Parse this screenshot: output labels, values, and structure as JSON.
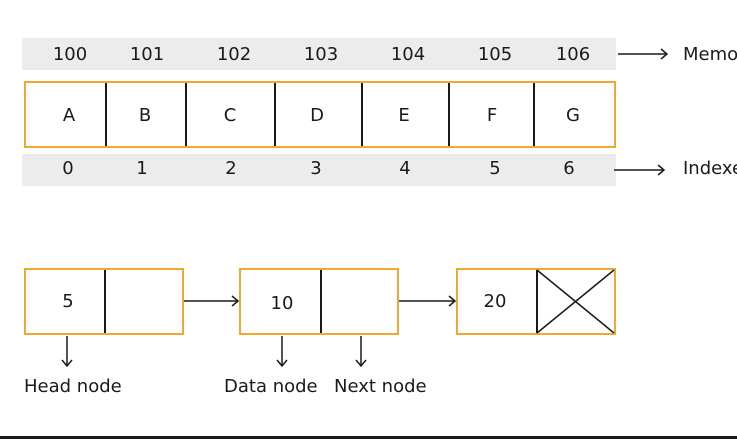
{
  "array": {
    "memory_addresses": [
      "100",
      "101",
      "102",
      "103",
      "104",
      "105",
      "106"
    ],
    "elements": [
      "A",
      "B",
      "C",
      "D",
      "E",
      "F",
      "G"
    ],
    "indexes": [
      "0",
      "1",
      "2",
      "3",
      "4",
      "5",
      "6"
    ],
    "memory_label": "Memo",
    "index_label": "Indexe"
  },
  "linked_list": {
    "nodes": [
      "5",
      "10",
      "20"
    ],
    "labels": {
      "head": "Head node",
      "data": "Data node",
      "next": "Next node"
    }
  },
  "colors": {
    "box_border": "#f0a830",
    "band": "#ececec",
    "line": "#1a1a1a"
  }
}
